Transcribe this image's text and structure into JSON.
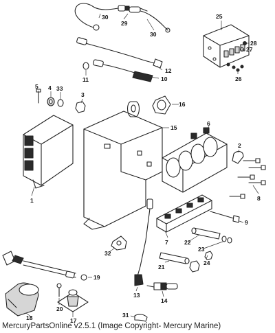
{
  "caption": "MercuryPartsOnline v2.5.1 (Image Copyright- Mercury Marine)",
  "callouts": {
    "c1": "1",
    "c2": "2",
    "c3": "3",
    "c4": "4",
    "c5": "5",
    "c6": "6",
    "c7": "7",
    "c8": "8",
    "c9": "9",
    "c10": "10",
    "c11": "11",
    "c12": "12",
    "c13": "13",
    "c14": "14",
    "c15": "15",
    "c16": "16",
    "c17": "17",
    "c18": "18",
    "c19": "19",
    "c20": "20",
    "c21": "21",
    "c22": "22",
    "c23": "23",
    "c24": "24",
    "c25": "25",
    "c26": "26",
    "c27": "27",
    "c28": "28",
    "c29": "29",
    "c30a": "30",
    "c30b": "30",
    "c31": "31",
    "c32": "32",
    "c33": "33"
  }
}
